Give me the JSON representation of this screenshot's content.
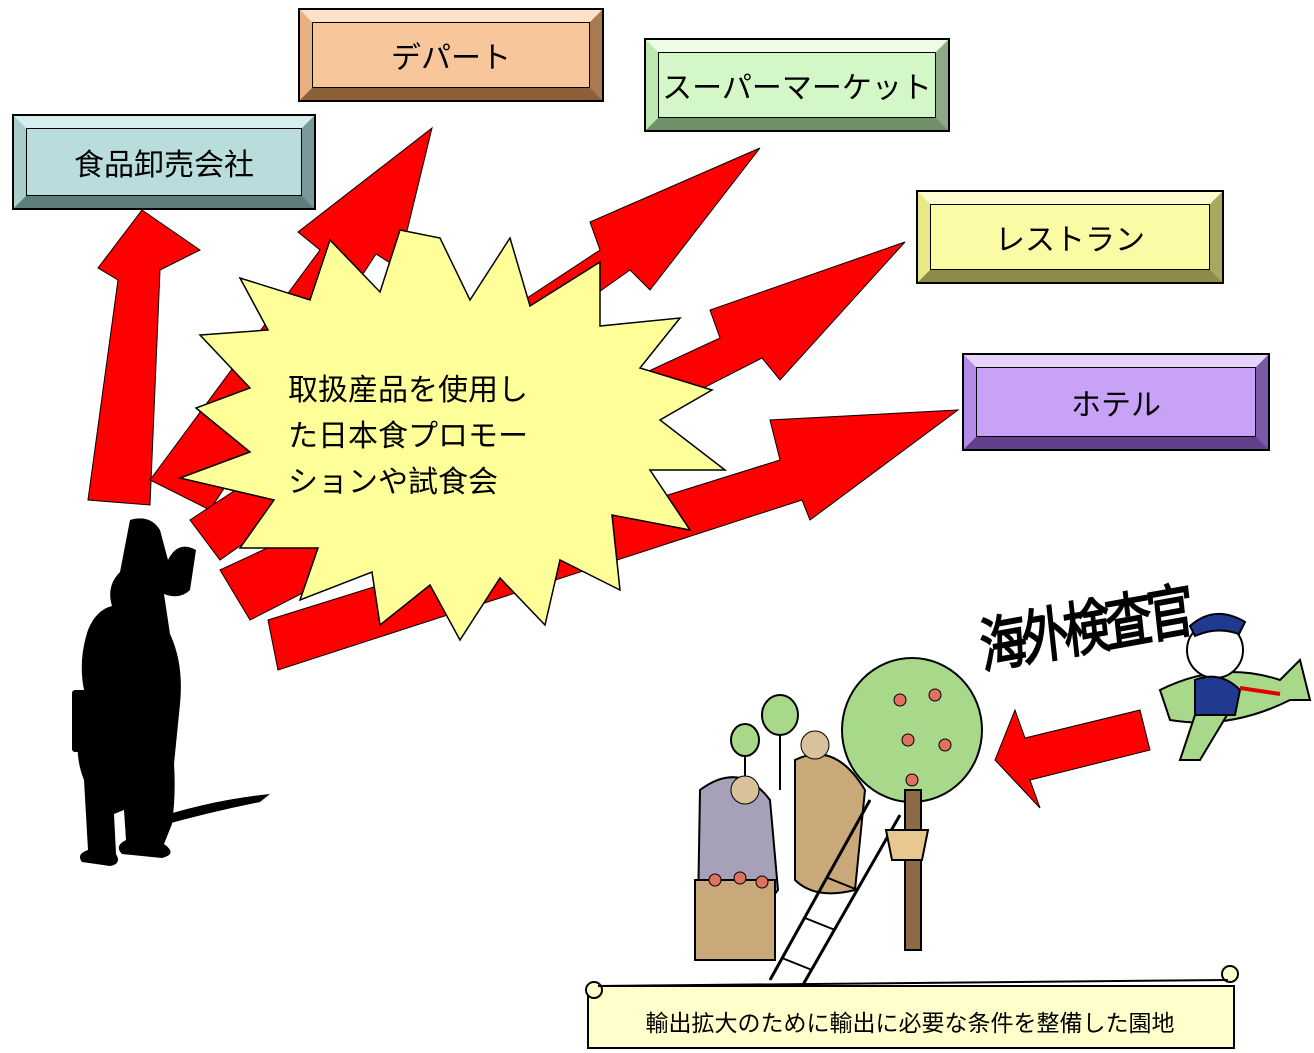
{
  "destinations": {
    "wholesale": "食品卸売会社",
    "department_store": "デパート",
    "supermarket": "スーパーマーケット",
    "restaurant": "レストラン",
    "hotel": "ホテル"
  },
  "promotion": {
    "line1": "取扱産品を使用し",
    "line2": "た日本食プロモー",
    "line3": "ションや試食会"
  },
  "inspector_label": "海外検査官",
  "orchard_caption": "輸出拡大のために輸出に必要な条件を整備した園地",
  "colors": {
    "wholesale": "#b9dcdc",
    "department_store": "#f7c69b",
    "supermarket": "#d4f7c8",
    "restaurant": "#fbfba6",
    "hotel": "#c8a2f7",
    "arrow": "#ff0000",
    "burst": "#ffff99",
    "scroll": "#ffffcc"
  }
}
